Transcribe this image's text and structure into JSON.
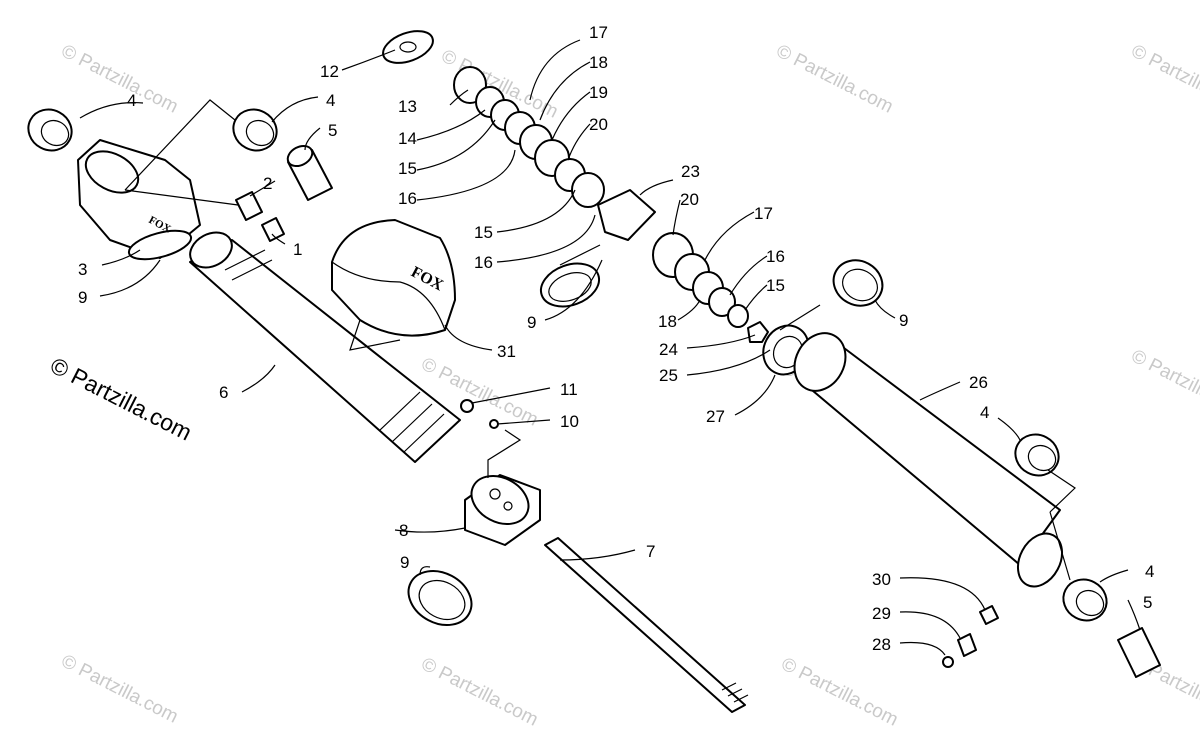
{
  "copyright": "© Partzilla.com",
  "watermark_text": "© Partzilla.com",
  "brand_marks": {
    "main_body": "FOX",
    "reservoir_cap": "FOX"
  },
  "labels": [
    {
      "id": "l1",
      "text": "1"
    },
    {
      "id": "l2",
      "text": "2"
    },
    {
      "id": "l3",
      "text": "3"
    },
    {
      "id": "l4a",
      "text": "4"
    },
    {
      "id": "l4b",
      "text": "4"
    },
    {
      "id": "l4c",
      "text": "4"
    },
    {
      "id": "l4d",
      "text": "4"
    },
    {
      "id": "l5a",
      "text": "5"
    },
    {
      "id": "l5b",
      "text": "5"
    },
    {
      "id": "l6",
      "text": "6"
    },
    {
      "id": "l7",
      "text": "7"
    },
    {
      "id": "l8",
      "text": "8"
    },
    {
      "id": "l9a",
      "text": "9"
    },
    {
      "id": "l9b",
      "text": "9"
    },
    {
      "id": "l9c",
      "text": "9"
    },
    {
      "id": "l9d",
      "text": "9"
    },
    {
      "id": "l10",
      "text": "10"
    },
    {
      "id": "l11",
      "text": "11"
    },
    {
      "id": "l12",
      "text": "12"
    },
    {
      "id": "l13",
      "text": "13"
    },
    {
      "id": "l14",
      "text": "14"
    },
    {
      "id": "l15a",
      "text": "15"
    },
    {
      "id": "l15b",
      "text": "15"
    },
    {
      "id": "l15c",
      "text": "15"
    },
    {
      "id": "l16a",
      "text": "16"
    },
    {
      "id": "l16b",
      "text": "16"
    },
    {
      "id": "l16c",
      "text": "16"
    },
    {
      "id": "l17a",
      "text": "17"
    },
    {
      "id": "l17b",
      "text": "17"
    },
    {
      "id": "l18a",
      "text": "18"
    },
    {
      "id": "l18b",
      "text": "18"
    },
    {
      "id": "l19",
      "text": "19"
    },
    {
      "id": "l20a",
      "text": "20"
    },
    {
      "id": "l20b",
      "text": "20"
    },
    {
      "id": "l23",
      "text": "23"
    },
    {
      "id": "l24",
      "text": "24"
    },
    {
      "id": "l25",
      "text": "25"
    },
    {
      "id": "l26",
      "text": "26"
    },
    {
      "id": "l27",
      "text": "27"
    },
    {
      "id": "l28",
      "text": "28"
    },
    {
      "id": "l29",
      "text": "29"
    },
    {
      "id": "l30",
      "text": "30"
    },
    {
      "id": "l31",
      "text": "31"
    }
  ]
}
